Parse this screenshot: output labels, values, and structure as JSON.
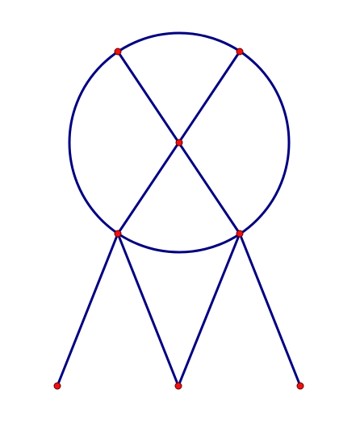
{
  "diagram": {
    "colors": {
      "stroke": "#000080",
      "point_fill": "#ee1111",
      "point_stroke": "#660000",
      "background": "#ffffff"
    },
    "shapes": [
      "circle",
      "segments",
      "points"
    ]
  }
}
